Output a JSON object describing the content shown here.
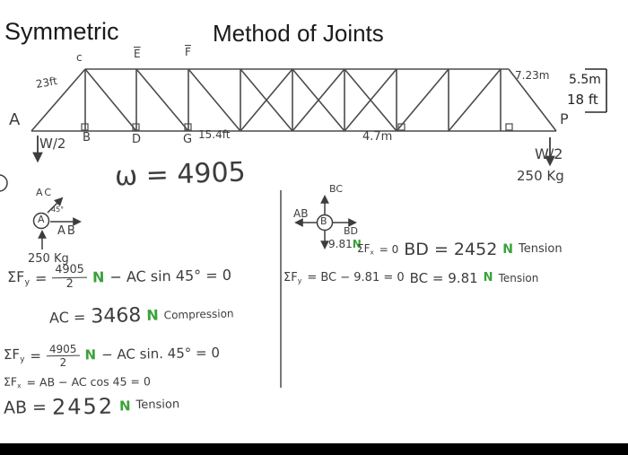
{
  "colors": {
    "ink": "#3d3d3d",
    "green": "#3aa23a",
    "title": "#1a1a1a",
    "background": "#ffffff"
  },
  "header": {
    "left_title": "Symmetric",
    "center_title": "Method of Joints"
  },
  "truss": {
    "nodes": {
      "a": "A",
      "b": "B",
      "c": "c",
      "d": "D",
      "e": "E",
      "f": "F",
      "g": "G",
      "p": "P"
    },
    "dims": {
      "left_height": "23ft",
      "right_diagonal": "7.23m",
      "bottom_left": "15.4ft",
      "bottom_mid": "4.7m",
      "right_height_m": "5.5m",
      "right_height_ft": "18 ft"
    },
    "loads": {
      "left": "W/2",
      "right": "W/2",
      "right_mass": "250 Kg"
    }
  },
  "work": {
    "omega": "ω = 4905",
    "joint_a": {
      "node": "A",
      "ac": "AC",
      "ab": "AB",
      "angle": "45°",
      "reaction": "250 Kg"
    },
    "joint_b": {
      "node": "B",
      "bc": "BC",
      "ab": "AB",
      "bd": "BD",
      "load": "9.81",
      "load_unit": "N"
    },
    "eq1": {
      "f": "ΣF",
      "sub": "y",
      "eq": "=",
      "num": "4905",
      "den": "2",
      "unit": "N",
      "rhs": "− AC sin 45° = 0"
    },
    "eq2": {
      "lhs": "AC =",
      "value": "3468",
      "unit": "N",
      "note": "Compression"
    },
    "eq3": {
      "f": "ΣF",
      "sub": "y",
      "eq": "=",
      "num": "4905",
      "den": "2",
      "unit": "N",
      "rhs": "− AC sin. 45° = 0"
    },
    "eq4": {
      "f": "ΣF",
      "sub": "x",
      "rest": "= AB − AC cos 45 = 0"
    },
    "eq5": {
      "lhs": "AB =",
      "value": "2452",
      "unit": "N",
      "note": "Tension"
    },
    "r1": {
      "f": "ΣF",
      "sub": "x",
      "rest": "= 0",
      "main": "BD = 2452",
      "unit": "N",
      "note": "Tension"
    },
    "r2": {
      "f": "ΣF",
      "sub": "y",
      "rest": "= BC − 9.81 = 0",
      "main": "BC = 9.81",
      "unit": "N",
      "note": "Tension"
    }
  }
}
